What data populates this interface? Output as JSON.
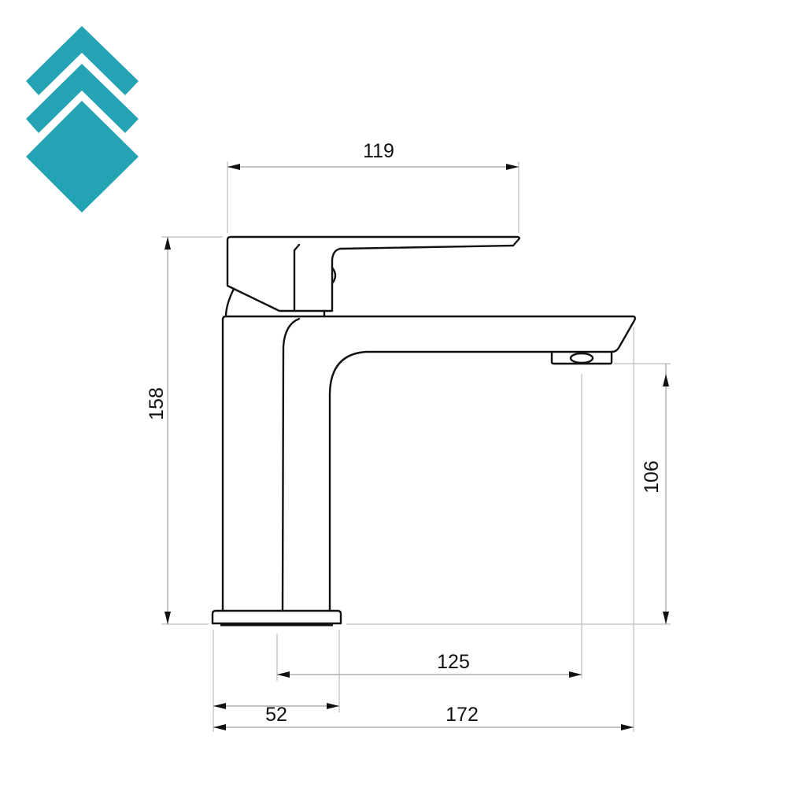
{
  "logo": {
    "color": "#23a3b4",
    "name": "brand-logo-stacked-diamonds"
  },
  "drawing": {
    "subject": "basin faucet side view",
    "dimensions": {
      "handle_length": "119",
      "total_height": "158",
      "spout_height": "106",
      "spout_reach": "125",
      "base_width": "52",
      "total_depth": "172"
    }
  }
}
